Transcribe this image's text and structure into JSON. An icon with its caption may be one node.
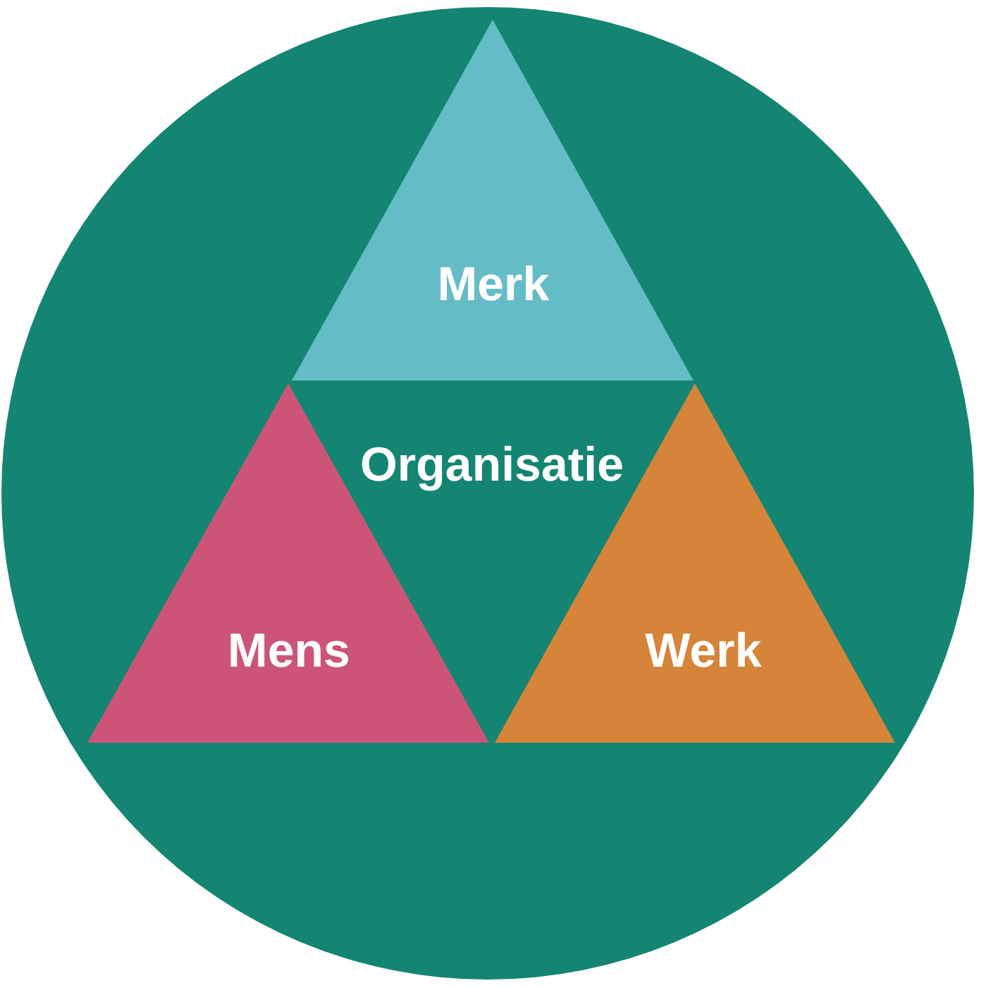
{
  "diagram": {
    "nodes": [
      {
        "text": [
          "Organisatie"
        ]
      },
      {
        "text": [
          "Merk"
        ],
        "in": 0
      },
      {
        "text": [
          "Mens"
        ],
        "in": 0
      },
      {
        "text": [
          "Werk"
        ],
        "in": 0
      }
    ]
  }
}
